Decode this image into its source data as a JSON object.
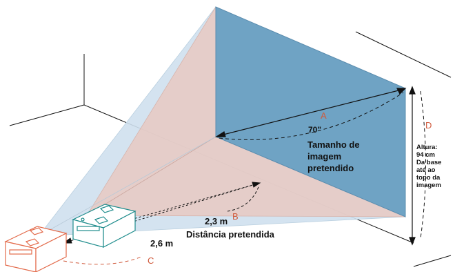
{
  "colors": {
    "screen": "#6fa3c4",
    "beam_outer": "#cfe0ee",
    "beam_inner": "#e8c9c2",
    "projector_near": "#1e8c8c",
    "projector_far": "#e36a4a",
    "letter": "#d05a3c",
    "line": "#111111"
  },
  "labels": {
    "a": "A",
    "b": "B",
    "c": "C",
    "d": "D",
    "angle": "70\"",
    "screen_size": [
      "Tamanho de",
      "imagem",
      "pretendido"
    ],
    "height": [
      "Altura:",
      "94 cm",
      "Da base",
      "até ao",
      "topo da",
      "imagem"
    ],
    "near_distance": "2,3 m",
    "far_distance": "2,6 m",
    "distance_caption": "Distância pretendida"
  }
}
